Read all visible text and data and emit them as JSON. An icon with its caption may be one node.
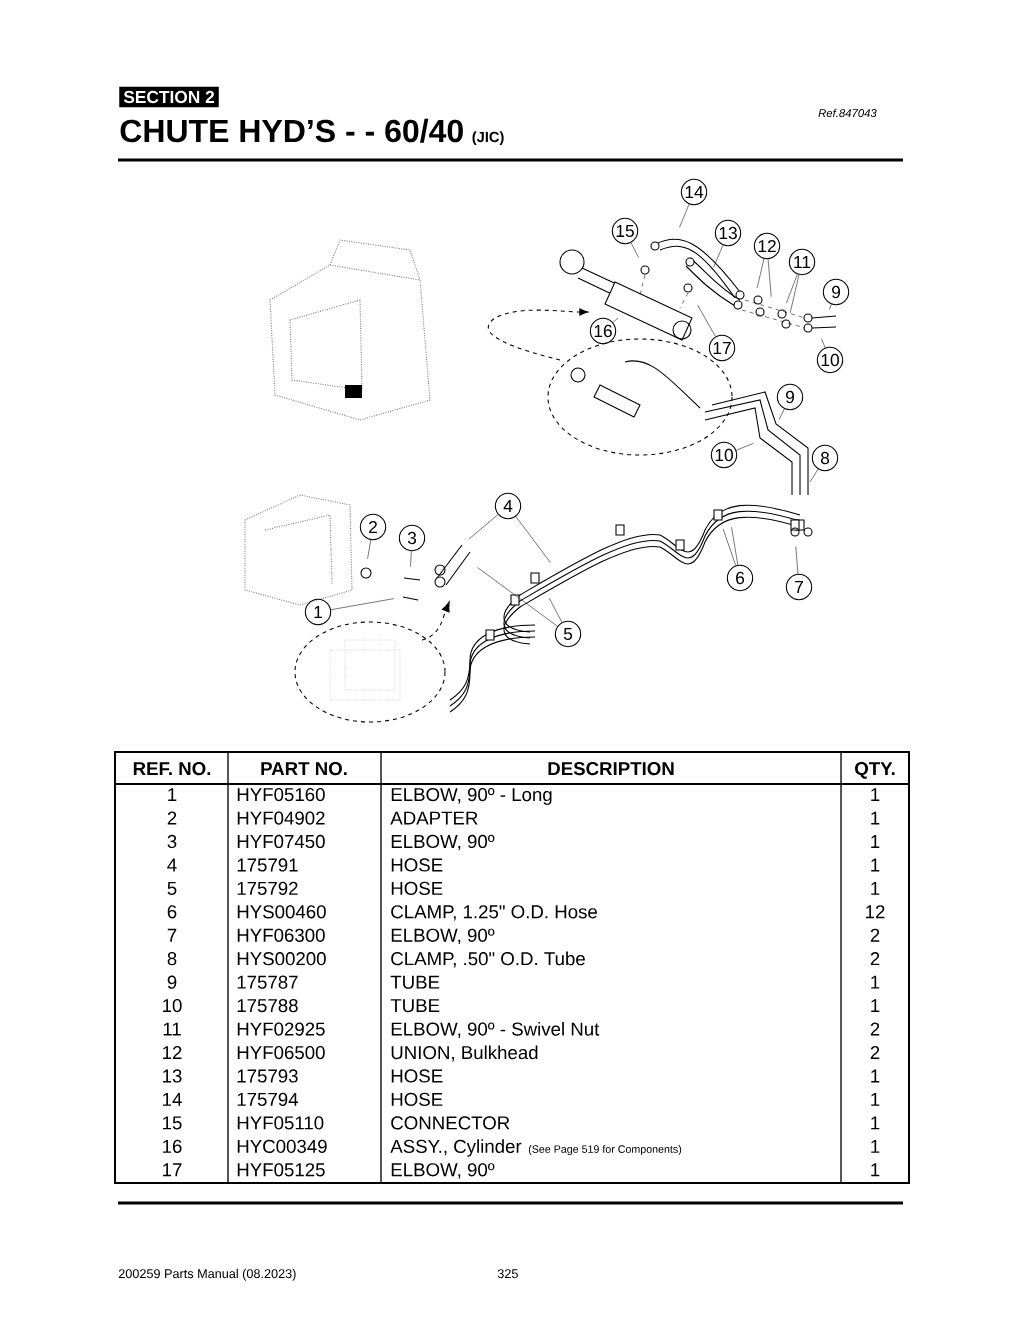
{
  "diagram": {
    "title": "CHUTE HYD’S - - 60/40",
    "nodes": [
      {
        "text": [
          "SECTION 2"
        ]
      },
      {
        "text": [
          "14"
        ]
      },
      {
        "text": [
          "15"
        ]
      },
      {
        "text": [
          "13"
        ]
      },
      {
        "text": [
          "12"
        ]
      },
      {
        "text": [
          "11"
        ]
      },
      {
        "text": [
          "9"
        ]
      },
      {
        "text": [
          "16"
        ]
      },
      {
        "text": [
          "17"
        ]
      },
      {
        "text": [
          "10"
        ]
      },
      {
        "text": [
          "9"
        ]
      },
      {
        "text": [
          "10"
        ]
      },
      {
        "text": [
          "8"
        ]
      },
      {
        "text": [
          "4"
        ]
      },
      {
        "text": [
          "2"
        ]
      },
      {
        "text": [
          "3"
        ]
      },
      {
        "text": [
          "6"
        ]
      },
      {
        "text": [
          "7"
        ]
      },
      {
        "text": [
          "1"
        ]
      },
      {
        "text": [
          "5"
        ]
      }
    ],
    "edges": [
      {
        "from": 1,
        "to": null,
        "arrow": "none"
      },
      {
        "from": 2,
        "to": null,
        "arrow": "none"
      },
      {
        "from": 3,
        "to": null,
        "arrow": "none"
      },
      {
        "from": 4,
        "to": null,
        "arrow": "none"
      },
      {
        "from": 4,
        "to": null,
        "arrow": "none"
      },
      {
        "from": 5,
        "to": null,
        "arrow": "none"
      },
      {
        "from": 5,
        "to": null,
        "arrow": "none"
      },
      {
        "from": 6,
        "to": null,
        "arrow": "none"
      },
      {
        "from": 7,
        "to": null,
        "arrow": "none"
      },
      {
        "from": 8,
        "to": null,
        "arrow": "none"
      },
      {
        "from": 9,
        "to": null,
        "arrow": "none"
      },
      {
        "from": 10,
        "to": null,
        "arrow": "none"
      },
      {
        "from": 11,
        "to": null,
        "arrow": "none"
      },
      {
        "from": 12,
        "to": null,
        "arrow": "none"
      },
      {
        "from": 13,
        "to": null,
        "arrow": "none"
      },
      {
        "from": 13,
        "to": null,
        "arrow": "none"
      },
      {
        "from": 14,
        "to": null,
        "arrow": "none"
      },
      {
        "from": 15,
        "to": null,
        "arrow": "none"
      },
      {
        "from": 16,
        "to": null,
        "arrow": "none"
      },
      {
        "from": 16,
        "to": null,
        "arrow": "none"
      },
      {
        "from": 17,
        "to": null,
        "arrow": "none"
      },
      {
        "from": 18,
        "to": null,
        "arrow": "none"
      },
      {
        "from": 19,
        "to": null,
        "arrow": "none"
      },
      {
        "from": 19,
        "to": null,
        "arrow": "none"
      }
    ],
    "labels": [
      "(JIC)",
      "Ref.847043",
      "REF. NO.",
      "PART NO.",
      "DESCRIPTION",
      "QTY.",
      "1",
      "HYF05160",
      "ELBOW, 90º - Long",
      "1",
      "2",
      "HYF04902",
      "ADAPTER",
      "1",
      "3",
      "HYF07450",
      "ELBOW, 90º",
      "1",
      "4",
      "175791",
      "HOSE",
      "1",
      "5",
      "175792",
      "HOSE",
      "1",
      "6",
      "HYS00460",
      "CLAMP, 1.25\" O.D. Hose",
      "12",
      "7",
      "HYF06300",
      "ELBOW, 90º",
      "2",
      "8",
      "HYS00200",
      "CLAMP, .50\" O.D. Tube",
      "2",
      "9",
      "175787",
      "TUBE",
      "1",
      "10",
      "175788",
      "TUBE",
      "1",
      "11",
      "HYF02925",
      "ELBOW, 90º - Swivel Nut",
      "2",
      "12",
      "HYF06500",
      "UNION, Bulkhead",
      "2",
      "13",
      "175793",
      "HOSE",
      "1",
      "14",
      "175794",
      "HOSE",
      "1",
      "15",
      "HYF05110",
      "CONNECTOR",
      "1",
      "16",
      "HYC00349",
      "ASSY., Cylinder",
      "(See Page 519 for Components)",
      "1",
      "17",
      "HYF05125",
      "ELBOW, 90º",
      "1",
      "200259 Parts Manual (08.2023)",
      "325"
    ]
  }
}
